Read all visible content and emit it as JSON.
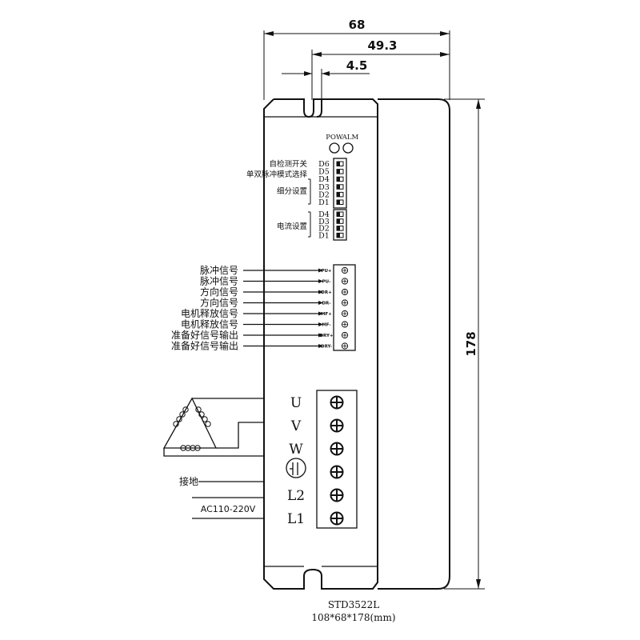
{
  "dimensions": {
    "width": "68",
    "depth": "49.3",
    "slot": "4.5",
    "height": "178"
  },
  "leds": [
    "POW",
    "ALM"
  ],
  "switch_labels": {
    "self_test": "自检测开关",
    "pulse_mode": "单双脉冲模式选择",
    "subdivision": "细分设置",
    "current": "电流设置"
  },
  "dip_group1": [
    "D6",
    "D5",
    "D4",
    "D3",
    "D2",
    "D1"
  ],
  "dip_group2": [
    "D4",
    "D3",
    "D2",
    "D1"
  ],
  "signals": [
    {
      "name": "脉冲信号",
      "pin": "PU+"
    },
    {
      "name": "脉冲信号",
      "pin": "PU-"
    },
    {
      "name": "方向信号",
      "pin": "DR+"
    },
    {
      "name": "方向信号",
      "pin": "DR-"
    },
    {
      "name": "电机释放信号",
      "pin": "MF+"
    },
    {
      "name": "电机释放信号",
      "pin": "MF-"
    },
    {
      "name": "准备好信号输出",
      "pin": "DRY+"
    },
    {
      "name": "准备好信号输出",
      "pin": "DRY-"
    }
  ],
  "power_terminals": [
    "U",
    "V",
    "W",
    "L2",
    "L1"
  ],
  "ground_label": "接地",
  "ac_label": "AC110-220V",
  "model": "STD3522L",
  "size_caption": "108*68*178(mm)"
}
